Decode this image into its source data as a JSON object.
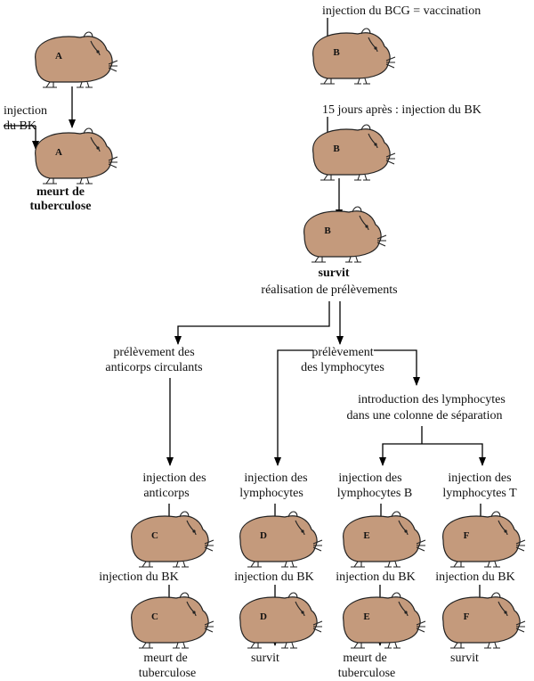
{
  "colors": {
    "guinea_pig_fill": "#c49a7c",
    "outline": "#222222",
    "line": "#000000"
  },
  "guinea_pigs": {
    "a1": "A",
    "a2": "A",
    "b1": "B",
    "b2": "B",
    "b3": "B",
    "c1": "C",
    "c2": "C",
    "d1": "D",
    "d2": "D",
    "e1": "E",
    "e2": "E",
    "f1": "F",
    "f2": "F"
  },
  "labels": {
    "bcg": "injection du BCG = vaccination",
    "a_inj_1": "injection",
    "a_inj_2": "du BK",
    "a_outcome_1": "meurt de",
    "a_outcome_2": "tuberculose",
    "b_15days": "15 jours après : injection du BK",
    "b_survit": "survit",
    "b_prelev": "réalisation de prélèvements",
    "prelev_ac_1": "prélèvement des",
    "prelev_ac_2": "anticorps circulants",
    "prelev_ly_1": "prélèvement",
    "prelev_ly_2": "des lymphocytes",
    "intro_1": "introduction des lymphocytes",
    "intro_2": "dans une colonne de séparation",
    "c_inj_1": "injection des",
    "c_inj_2": "anticorps",
    "d_inj_1": "injection des",
    "d_inj_2": "lymphocytes",
    "e_inj_1": "injection des",
    "e_inj_2": "lymphocytes B",
    "f_inj_1": "injection des",
    "f_inj_2": "lymphocytes T",
    "c_bk": "injection du BK",
    "d_bk": "injection du BK",
    "e_bk": "injection du BK",
    "f_bk": "injection du BK",
    "c_outcome_1": "meurt de",
    "c_outcome_2": "tuberculose",
    "d_outcome": "survit",
    "e_outcome_1": "meurt de",
    "e_outcome_2": "tuberculose",
    "f_outcome": "survit"
  }
}
